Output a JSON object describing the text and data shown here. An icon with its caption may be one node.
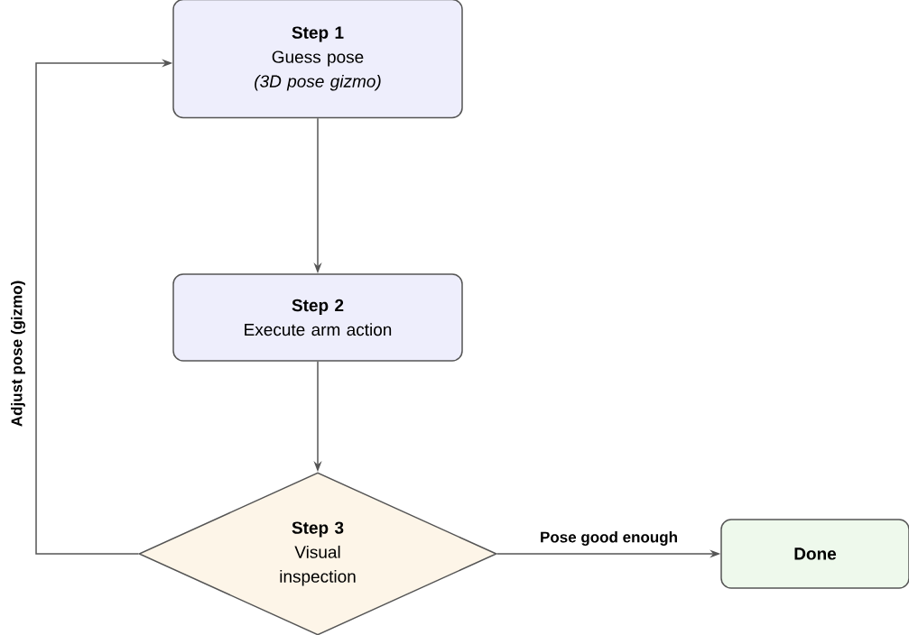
{
  "diagram": {
    "nodes": [
      {
        "text": [
          "Step 1",
          "Guess pose",
          "(3D pose gizmo)"
        ]
      },
      {
        "text": [
          "Step 2",
          "Execute arm action"
        ]
      },
      {
        "text": [
          "Step 3",
          "Visual inspection"
        ]
      },
      {
        "text": [
          "Done"
        ]
      }
    ],
    "edges": [
      {
        "from": 0,
        "to": 1,
        "arrow": "to"
      },
      {
        "from": 1,
        "to": 2,
        "arrow": "to"
      },
      {
        "from": 2,
        "to": 0,
        "arrow": "to",
        "label": "Adjust pose (gizmo)"
      },
      {
        "from": 2,
        "to": 3,
        "arrow": "to",
        "label": "Pose good enough"
      }
    ]
  }
}
